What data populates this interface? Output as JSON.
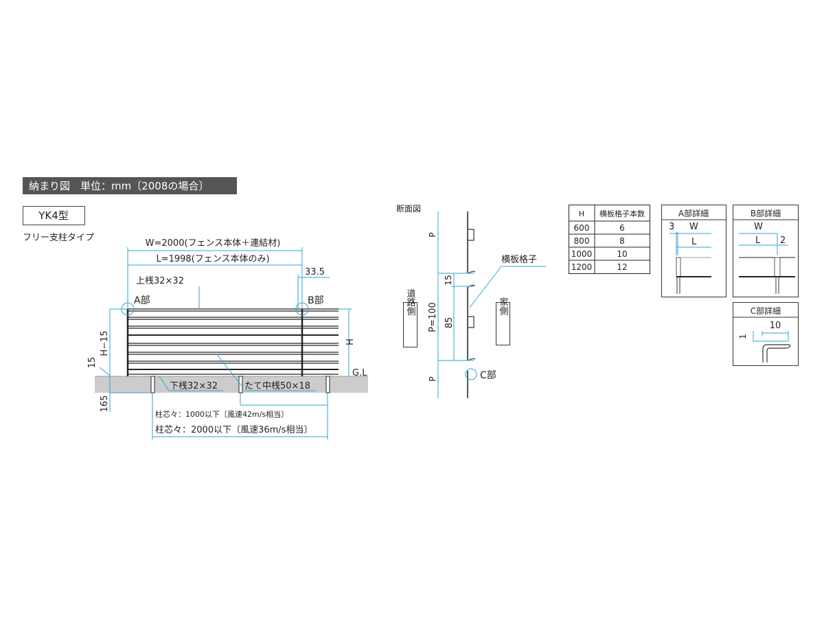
{
  "header": {
    "title": "納まり図　単位：mm〔2008の場合〕"
  },
  "model": {
    "name": "YK4型",
    "type": "フリー支柱タイプ"
  },
  "front_view": {
    "w_dim": "W=2000(フェンス本体＋連結材)",
    "l_dim": "L=1998(フェンス本体のみ)",
    "offset": "33.5",
    "top_rail": "上桟32×32",
    "part_a": "A部",
    "part_b": "B部",
    "h_minus": "H−15",
    "h": "H",
    "gl": "G.L",
    "gap": "15",
    "embed": "165",
    "bottom_rail": "下桟32×32",
    "mid_post": "たて中桟50×18",
    "span_1000": "柱芯々：1000以下〔風速42m/s相当〕",
    "span_2000": "柱芯々：2000以下〔風速36m/s相当〕"
  },
  "section": {
    "title": "断面図",
    "p_top": "P",
    "p_bottom": "P",
    "pitch": "P=100",
    "gap": "15",
    "slat": "85",
    "slat_label": "横板格子",
    "road_side": "道路側",
    "house_side": "家側",
    "part_c": "C部"
  },
  "table": {
    "headers": [
      "H",
      "横板格子本数"
    ],
    "rows": [
      [
        "600",
        "6"
      ],
      [
        "800",
        "8"
      ],
      [
        "1000",
        "10"
      ],
      [
        "1200",
        "12"
      ]
    ]
  },
  "details": {
    "a": {
      "title": "A部詳細",
      "d3": "3",
      "w": "W",
      "l": "L"
    },
    "b": {
      "title": "B部詳細",
      "w": "W",
      "l": "L",
      "d2": "2"
    },
    "c": {
      "title": "C部詳細",
      "d10": "10",
      "d1": "1"
    }
  },
  "colors": {
    "dimension": "#2aa6d4",
    "header_bg": "#555555",
    "ground": "#cccccc"
  }
}
